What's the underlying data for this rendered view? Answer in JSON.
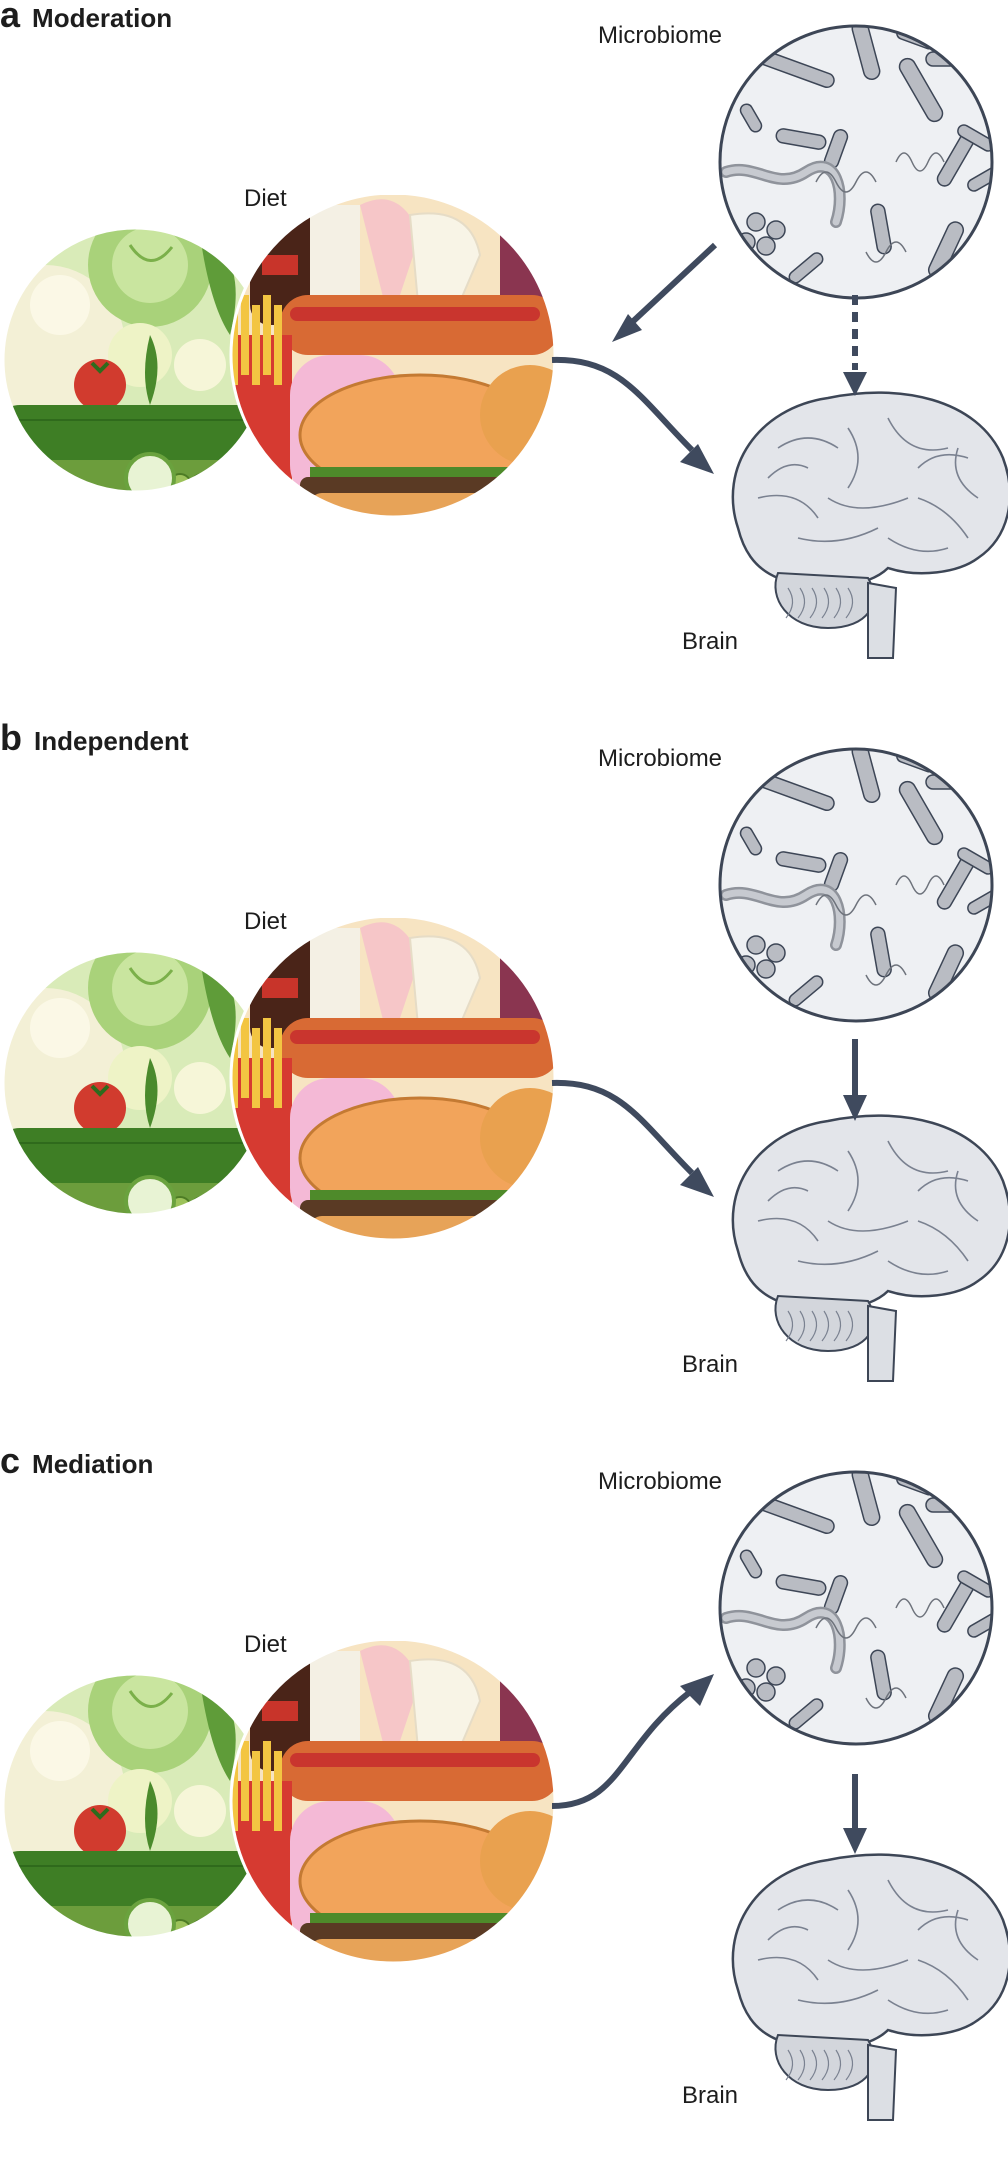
{
  "colors": {
    "arrow": "#3f4a5e",
    "outline": "#3d4656",
    "microbe_fill": "#b9bcc3",
    "microbe_bg": "#eef0f3",
    "brain_fill": "#e3e5ea",
    "veg_green": "#6fa642",
    "junk_orange": "#e08a3a"
  },
  "icons": {
    "diet": "diet-food-illustration-icon",
    "microbiome": "bacteria-microbiome-icon",
    "brain": "brain-icon"
  },
  "panels": [
    {
      "letter": "a",
      "title": "Moderation",
      "diet_label": "Diet",
      "microbiome_label": "Microbiome",
      "brain_label": "Brain",
      "relations": [
        "microbiome-to-diet-path",
        "diet-to-brain",
        "microbiome-to-brain-dashed"
      ]
    },
    {
      "letter": "b",
      "title": "Independent",
      "diet_label": "Diet",
      "microbiome_label": "Microbiome",
      "brain_label": "Brain",
      "relations": [
        "diet-to-brain",
        "microbiome-to-brain"
      ]
    },
    {
      "letter": "c",
      "title": "Mediation",
      "diet_label": "Diet",
      "microbiome_label": "Microbiome",
      "brain_label": "Brain",
      "relations": [
        "diet-to-microbiome",
        "microbiome-to-brain"
      ]
    }
  ]
}
